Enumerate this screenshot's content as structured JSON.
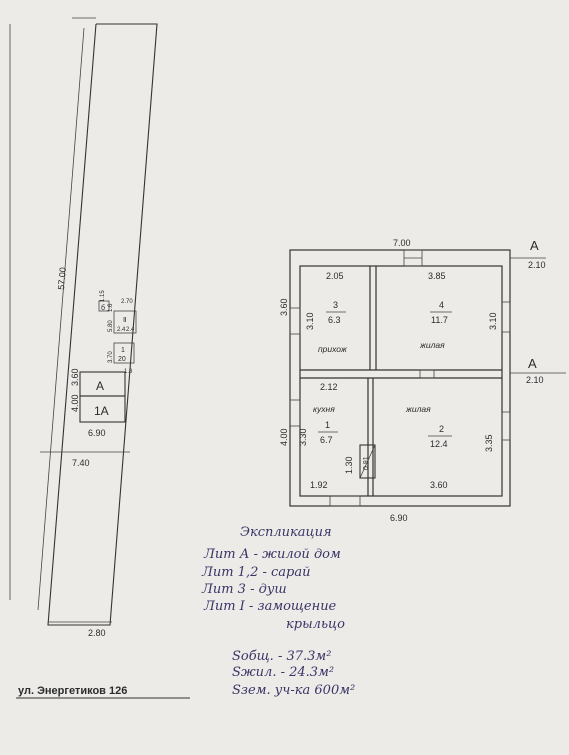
{
  "site_plan": {
    "length_dim": "57.00",
    "bottom_width_dim": "2.80",
    "offset_dim": "7.40",
    "building_width_dim": "6.90",
    "building_depth_dims": [
      "3.60",
      "4.00"
    ],
    "lit_a": "А",
    "lit_1a": "1А",
    "small_block": {
      "dims": [
        "1.15",
        "1.6",
        "2.70",
        "5.80",
        "2.4",
        "2.4",
        "3.70",
        "1.8"
      ],
      "cells": [
        "б",
        "Ⅱ",
        "1",
        "20"
      ]
    },
    "street_label": "ул. Энергетиков 126"
  },
  "floor_plan": {
    "top_dim": "7.00",
    "bottom_dim": "6.90",
    "left_dims": [
      "3.60",
      "4.00"
    ],
    "section_marker": "А",
    "section_dim": "2.10",
    "inner_dims": {
      "top_left_width": "2.05",
      "top_right_width": "3.85",
      "room3_height": "3.10",
      "room4_height": "3.10",
      "mid_width": "2.12",
      "kitchen_height": "3.30",
      "stair_height": "1.30",
      "stair_width": "0.91",
      "bottom_left_width": "1.92",
      "bottom_right_width": "3.60",
      "room2_height": "3.35"
    },
    "rooms": [
      {
        "number": "3",
        "area": "6.3",
        "label": "прихож"
      },
      {
        "number": "4",
        "area": "11.7",
        "label": "жилая"
      },
      {
        "number": "1",
        "area": "6.7",
        "label": "кухня"
      },
      {
        "number": "2",
        "area": "12.4",
        "label": "жилая"
      }
    ]
  },
  "explication": {
    "title": "Экспликация",
    "lines": [
      "Лит А - жилой дом",
      "Лит 1,2 - сарай",
      "Лит 3 - душ",
      "Лит I - замощение",
      "крыльцо"
    ]
  },
  "areas": {
    "total": "Sобщ. - 37.3м²",
    "living": "Sжил. - 24.3м²",
    "land": "Sзем. уч-ка 600м²"
  },
  "colors": {
    "paper": "#ecebe8",
    "ink": "#2c2c2c",
    "pen": "#3b3566"
  }
}
